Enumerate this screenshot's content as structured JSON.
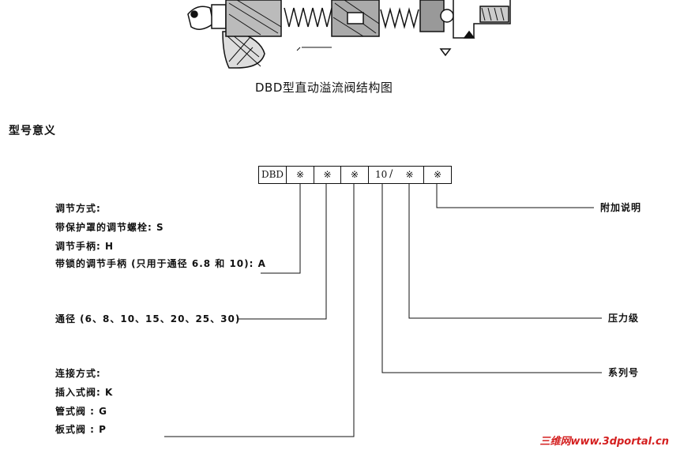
{
  "caption": "DBD型直动溢流阀结构图",
  "section_heading": "型号意义",
  "code_boxes": [
    "DBD",
    "※",
    "※",
    "※",
    "10",
    "/",
    "※",
    "※"
  ],
  "left_labels": {
    "adjust_title": "调节方式:",
    "adjust_s": "带保护罩的调节螺栓: S",
    "adjust_h": "调节手柄: H",
    "adjust_a": "带锁的调节手柄 (只用于通径 6.8 和 10): A",
    "diameter": "通径 (6、8、10、15、20、25、30)",
    "conn_title": "连接方式:",
    "conn_k": "插入式阀: K",
    "conn_g": "管式阀  : G",
    "conn_p": "板式阀  : P"
  },
  "right_labels": {
    "additional": "附加说明",
    "pressure": "压力级",
    "series": "系列号"
  },
  "watermark": "三维网www.3dportal.cn",
  "colors": {
    "ink": "#111111",
    "watermark": "#d42020"
  }
}
